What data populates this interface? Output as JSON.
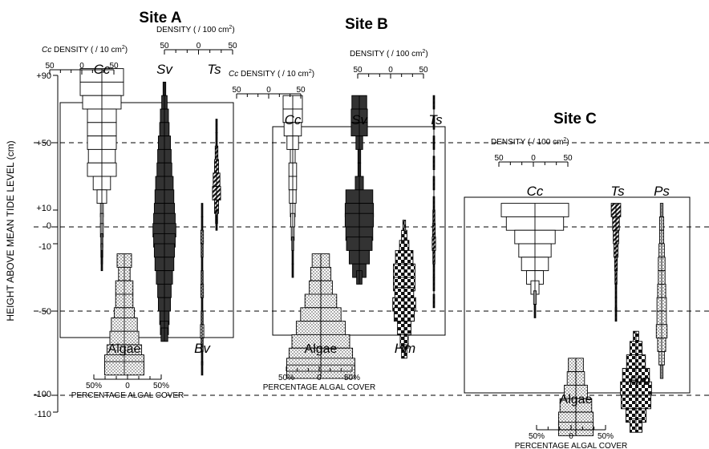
{
  "chart_data": {
    "type": "kite",
    "ylabel": "HEIGHT ABOVE MEAN TIDE LEVEL (cm)",
    "y_ticks": [
      {
        "label": "+90",
        "value": 90
      },
      {
        "label": "+50",
        "value": 50
      },
      {
        "label": "+10",
        "value": 10
      },
      {
        "label": "0",
        "value": 0
      },
      {
        "label": "-10",
        "value": -10
      },
      {
        "label": "-50",
        "value": -50
      },
      {
        "label": "-100",
        "value": -100
      },
      {
        "label": "-110",
        "value": -110
      }
    ],
    "dashed_levels": [
      50,
      0,
      -50,
      -100
    ],
    "scales": {
      "cc_density": {
        "title_species": "Cc",
        "title": "DENSITY ( / 10 cm",
        "sup": "2",
        "close": ")",
        "labels": [
          "50",
          "0",
          "50"
        ]
      },
      "density": {
        "title": "DENSITY ( / 100 cm",
        "sup": "2",
        "close": ")",
        "labels": [
          "50",
          "0",
          "50"
        ]
      },
      "algal": {
        "title": "PERCENTAGE ALGAL COVER",
        "labels": [
          "50%",
          "0",
          "50%"
        ]
      }
    },
    "sites": [
      {
        "name": "Site A",
        "species": [
          {
            "label": "Cc",
            "fill": "open",
            "unit": "per10",
            "data": [
              [
                90,
                45
              ],
              [
                82,
                45
              ],
              [
                74,
                40
              ],
              [
                66,
                30
              ],
              [
                58,
                30
              ],
              [
                50,
                30
              ],
              [
                42,
                28
              ],
              [
                34,
                30
              ],
              [
                26,
                18
              ],
              [
                18,
                10
              ],
              [
                10,
                3
              ],
              [
                4,
                3
              ],
              [
                -2,
                3
              ],
              [
                -8,
                2
              ],
              [
                -14,
                2
              ],
              [
                -18,
                1
              ],
              [
                -22,
                0.5
              ]
            ]
          },
          {
            "label": "Sv",
            "fill": "dark",
            "unit": "per100",
            "data": [
              [
                82,
                4
              ],
              [
                74,
                8
              ],
              [
                66,
                12
              ],
              [
                58,
                14
              ],
              [
                50,
                18
              ],
              [
                42,
                20
              ],
              [
                34,
                22
              ],
              [
                26,
                26
              ],
              [
                18,
                28
              ],
              [
                10,
                30
              ],
              [
                4,
                32
              ],
              [
                -2,
                34
              ],
              [
                -8,
                32
              ],
              [
                -14,
                30
              ],
              [
                -22,
                28
              ],
              [
                -30,
                24
              ],
              [
                -38,
                20
              ],
              [
                -46,
                18
              ],
              [
                -54,
                14
              ],
              [
                -60,
                12
              ],
              [
                -64,
                10
              ]
            ]
          },
          {
            "label": "Ts",
            "fill": "hatch",
            "unit": "per100",
            "data": [
              [
                60,
                1
              ],
              [
                52,
                2
              ],
              [
                44,
                4
              ],
              [
                36,
                6
              ],
              [
                28,
                10
              ],
              [
                20,
                12
              ],
              [
                12,
                6
              ],
              [
                6,
                3
              ],
              [
                2,
                1
              ]
            ]
          },
          {
            "label": "Bv",
            "fill": "stipple",
            "unit": "per100",
            "data": [
              [
                10,
                1
              ],
              [
                2,
                2
              ],
              [
                -6,
                4
              ],
              [
                -14,
                3
              ],
              [
                -22,
                2
              ],
              [
                -30,
                3
              ],
              [
                -38,
                4
              ],
              [
                -46,
                2
              ],
              [
                -54,
                3
              ],
              [
                -62,
                5
              ],
              [
                -70,
                3
              ],
              [
                -78,
                2
              ],
              [
                -84,
                1
              ]
            ]
          },
          {
            "label": "Algae",
            "fill": "stipple",
            "unit": "pct",
            "data": [
              [
                -20,
                25
              ],
              [
                -28,
                20
              ],
              [
                -36,
                30
              ],
              [
                -44,
                30
              ],
              [
                -52,
                35
              ],
              [
                -58,
                45
              ],
              [
                -66,
                50
              ],
              [
                -74,
                60
              ],
              [
                -80,
                68
              ],
              [
                -84,
                68
              ]
            ]
          }
        ]
      },
      {
        "name": "Site B",
        "species": [
          {
            "label": "Cc",
            "fill": "open",
            "unit": "per10",
            "data": [
              [
                74,
                20
              ],
              [
                66,
                20
              ],
              [
                58,
                18
              ],
              [
                50,
                12
              ],
              [
                42,
                5
              ],
              [
                34,
                8
              ],
              [
                26,
                8
              ],
              [
                18,
                7
              ],
              [
                10,
                5
              ],
              [
                4,
                4
              ],
              [
                -4,
                3
              ],
              [
                -10,
                2
              ],
              [
                -18,
                1
              ],
              [
                -26,
                0.5
              ]
            ]
          },
          {
            "label": "Sv",
            "fill": "dark",
            "unit": "per100",
            "data": [
              [
                74,
                22
              ],
              [
                66,
                24
              ],
              [
                58,
                24
              ],
              [
                50,
                10
              ],
              [
                42,
                4
              ],
              [
                34,
                4
              ],
              [
                26,
                12
              ],
              [
                18,
                40
              ],
              [
                10,
                42
              ],
              [
                4,
                42
              ],
              [
                -4,
                40
              ],
              [
                -10,
                38
              ],
              [
                -18,
                30
              ],
              [
                -26,
                20
              ],
              [
                -30,
                8
              ]
            ]
          },
          {
            "label": "Ts",
            "fill": "hatch",
            "unit": "per100",
            "data": [
              [
                74,
                1
              ],
              [
                62,
                1
              ],
              [
                50,
                2
              ],
              [
                38,
                1
              ],
              [
                26,
                1
              ],
              [
                14,
                1
              ],
              [
                6,
                3
              ],
              [
                -2,
                4
              ],
              [
                -10,
                5
              ],
              [
                -18,
                3
              ],
              [
                -26,
                2
              ],
              [
                -34,
                1
              ],
              [
                -44,
                0.5
              ]
            ]
          },
          {
            "label": "Hm",
            "fill": "check",
            "unit": "per100",
            "data": [
              [
                0,
                4
              ],
              [
                -6,
                8
              ],
              [
                -12,
                14
              ],
              [
                -18,
                26
              ],
              [
                -26,
                32
              ],
              [
                -34,
                32
              ],
              [
                -40,
                28
              ],
              [
                -46,
                34
              ],
              [
                -52,
                30
              ],
              [
                -60,
                20
              ],
              [
                -68,
                12
              ],
              [
                -74,
                8
              ]
            ]
          },
          {
            "label": "Algae",
            "fill": "stipple",
            "unit": "pct",
            "data": [
              [
                -20,
                30
              ],
              [
                -28,
                35
              ],
              [
                -36,
                40
              ],
              [
                -44,
                55
              ],
              [
                -52,
                70
              ],
              [
                -60,
                85
              ],
              [
                -68,
                100
              ],
              [
                -76,
                110
              ],
              [
                -82,
                118
              ],
              [
                -86,
                118
              ]
            ]
          }
        ]
      },
      {
        "name": "Site C",
        "species": [
          {
            "label": "Cc",
            "fill": "open",
            "unit": "per100",
            "data": [
              [
                10,
                100
              ],
              [
                2,
                85
              ],
              [
                -6,
                60
              ],
              [
                -14,
                48
              ],
              [
                -22,
                40
              ],
              [
                -30,
                25
              ],
              [
                -36,
                12
              ],
              [
                -42,
                4
              ],
              [
                -50,
                2
              ]
            ]
          },
          {
            "label": "Ts",
            "fill": "hatch",
            "unit": "per100",
            "data": [
              [
                10,
                14
              ],
              [
                2,
                10
              ],
              [
                -6,
                8
              ],
              [
                -14,
                6
              ],
              [
                -22,
                4
              ],
              [
                -30,
                3
              ],
              [
                -38,
                2
              ],
              [
                -46,
                1
              ],
              [
                -52,
                0.5
              ]
            ]
          },
          {
            "label": "Ps",
            "fill": "stipple",
            "unit": "per100",
            "data": [
              [
                10,
                4
              ],
              [
                2,
                6
              ],
              [
                -6,
                6
              ],
              [
                -14,
                8
              ],
              [
                -22,
                10
              ],
              [
                -30,
                10
              ],
              [
                -38,
                12
              ],
              [
                -46,
                14
              ],
              [
                -54,
                14
              ],
              [
                -62,
                16
              ],
              [
                -70,
                12
              ],
              [
                -78,
                8
              ],
              [
                -86,
                4
              ]
            ]
          },
          {
            "label": "Hm",
            "fill": "check",
            "unit": "per100",
            "data": [
              [
                -66,
                8
              ],
              [
                -72,
                18
              ],
              [
                -80,
                28
              ],
              [
                -88,
                40
              ],
              [
                -96,
                46
              ],
              [
                -104,
                44
              ],
              [
                -112,
                30
              ],
              [
                -118,
                18
              ]
            ]
          },
          {
            "label": "Algae",
            "fill": "stipple",
            "unit": "pct",
            "data": [
              [
                -82,
                26
              ],
              [
                -90,
                30
              ],
              [
                -98,
                40
              ],
              [
                -106,
                55
              ],
              [
                -114,
                60
              ],
              [
                -120,
                60
              ]
            ]
          }
        ]
      }
    ]
  }
}
